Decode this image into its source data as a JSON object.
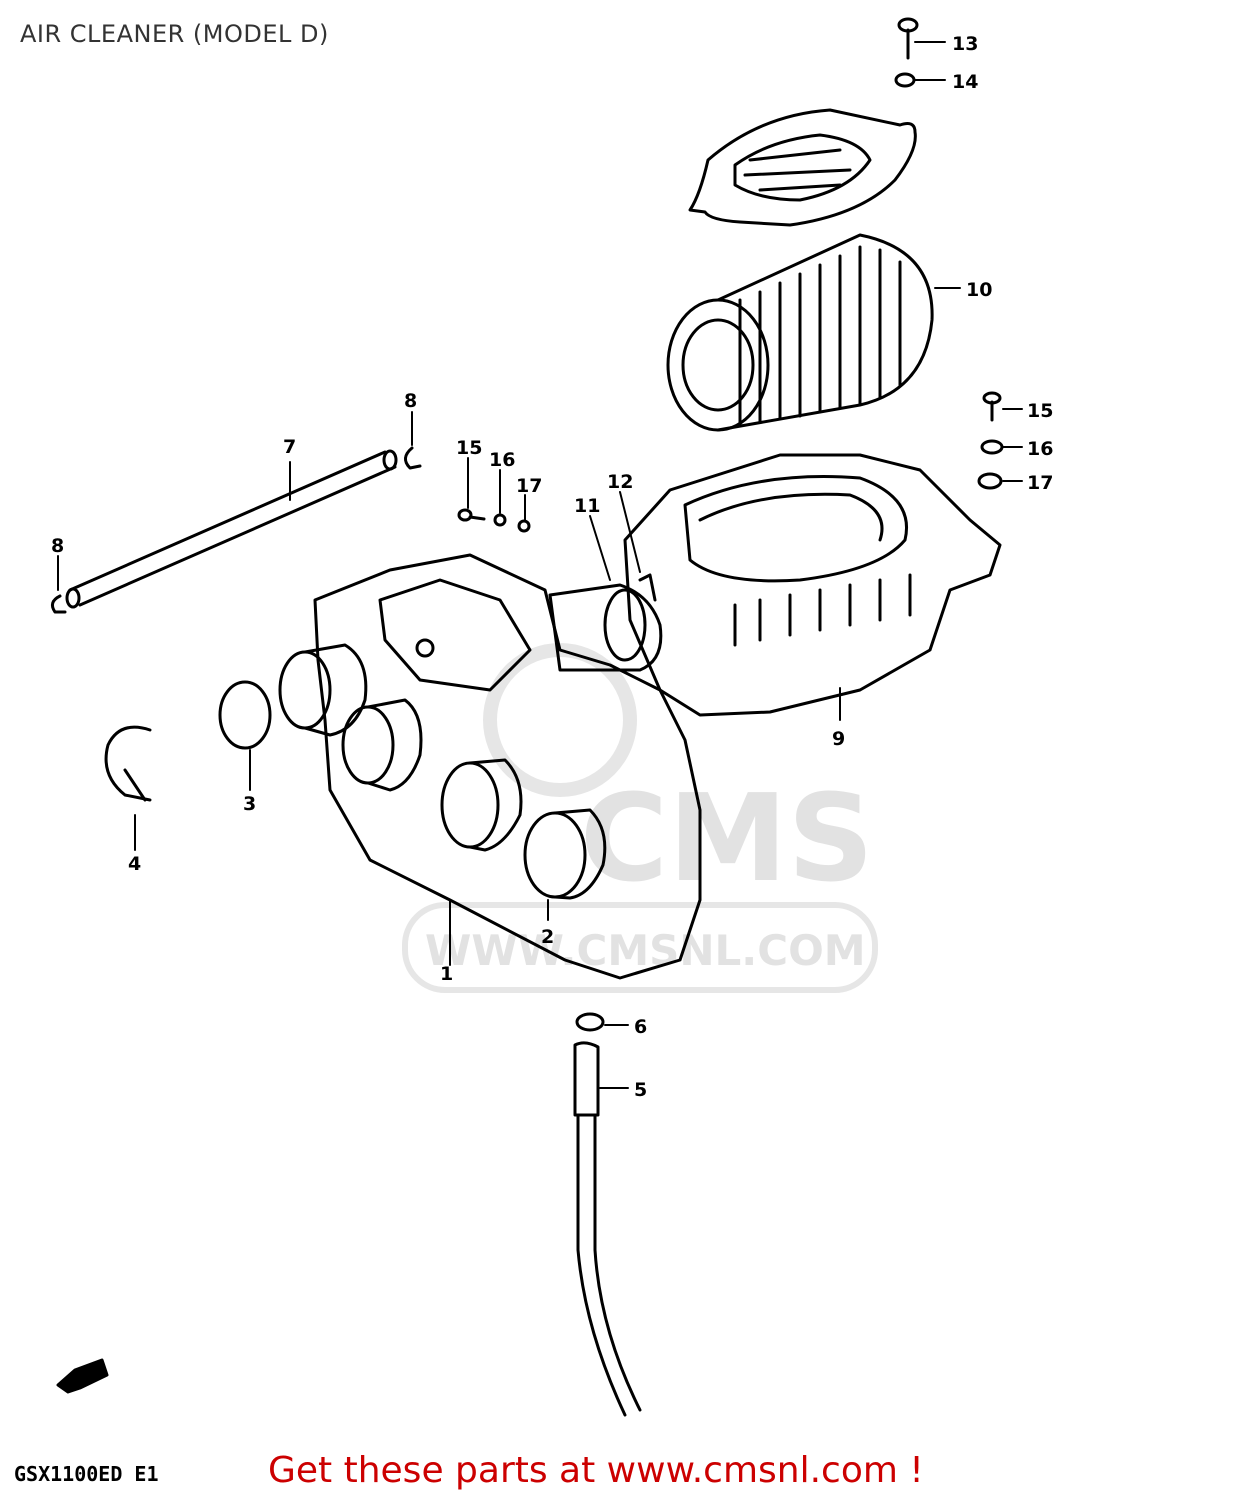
{
  "page_title": "AIR CLEANER (MODEL D)",
  "model_code": "GSX1100ED E1",
  "footer_link_text": "Get these parts at www.cmsnl.com !",
  "watermark": {
    "logo": "CMS",
    "url": "WWW.CMSNL.COM"
  },
  "callouts": {
    "c1": "1",
    "c2": "2",
    "c3": "3",
    "c4": "4",
    "c5": "5",
    "c6": "6",
    "c7": "7",
    "c8a": "8",
    "c8b": "8",
    "c9": "9",
    "c10": "10",
    "c11": "11",
    "c12": "12",
    "c13": "13",
    "c14": "14",
    "c15a": "15",
    "c15b": "15",
    "c16a": "16",
    "c16b": "16",
    "c17a": "17",
    "c17b": "17"
  },
  "colors": {
    "line": "#000000",
    "footer_link": "#cc0000",
    "watermark": "#e2e2e2",
    "title": "#333333"
  }
}
